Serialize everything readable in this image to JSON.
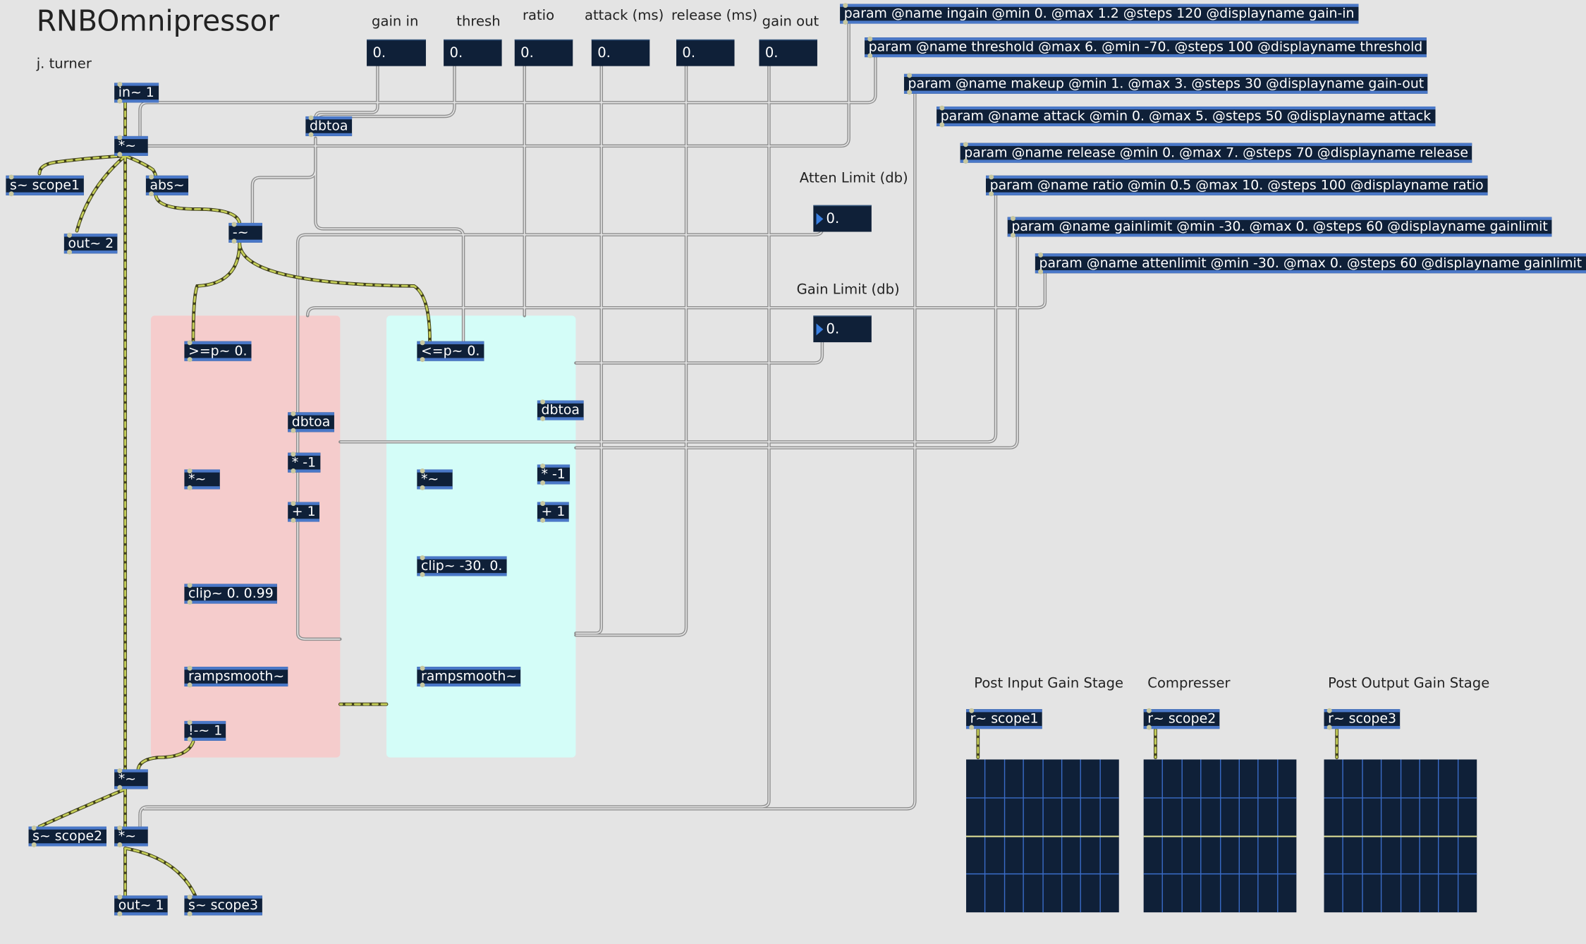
{
  "patch": {
    "title": "RNBOmnipressor",
    "author": "j. turner"
  },
  "ui_labels": {
    "gain_in": "gain in",
    "thresh": "thresh",
    "ratio": "ratio",
    "attack": "attack (ms)",
    "release": "release (ms)",
    "gain_out": "gain out",
    "atten_limit": "Atten Limit (db)",
    "gain_limit": "Gain Limit (db)",
    "scope_pre": "Post Input Gain Stage",
    "scope_comp": "Compresser",
    "scope_post": "Post Output Gain Stage"
  },
  "number_boxes": {
    "gain_in": "0.",
    "thresh": "0.",
    "ratio": "0.",
    "attack": "0.",
    "release": "0.",
    "gain_out": "0.",
    "atten_limit": "0.",
    "gain_limit": "0."
  },
  "params": {
    "ingain": "param @name ingain @min 0. @max 1.2 @steps 120 @displayname gain-in",
    "threshold": "param @name threshold @max 6. @min -70. @steps 100 @displayname threshold",
    "makeup": "param @name makeup @min 1. @max 3. @steps 30 @displayname gain-out",
    "attack": "param @name attack @min 0. @max 5. @steps 50 @displayname attack",
    "release": "param @name release @min 0. @max 7. @steps 70 @displayname release",
    "ratio": "param @name ratio @min 0.5 @max 10. @steps 100 @displayname ratio",
    "gainlimit": "param @name gainlimit @min -30. @max 0. @steps 60 @displayname gainlimit",
    "attenlimit": "param @name attenlimit @min -30. @max 0. @steps 60 @displayname gainlimit"
  },
  "objects": {
    "in1": "in~ 1",
    "mul_in": "*~",
    "dbtoa_top": "dbtoa",
    "s_scope1": "s~ scope1",
    "abs": "abs~",
    "out2": "out~ 2",
    "minus": "-~",
    "ge": ">=p~ 0.",
    "dbtoa_left": "dbtoa",
    "mul_left": "*~",
    "neg_left": "* -1",
    "plus_left": "+ 1",
    "clip_left": "clip~ 0. 0.99",
    "ramp_left": "rampsmooth~",
    "not_left": "!-~ 1",
    "le": "<=p~ 0.",
    "dbtoa_right": "dbtoa",
    "mul_right": "*~",
    "neg_right": "* -1",
    "plus_right": "+ 1",
    "clip_right": "clip~ -30. 0.",
    "ramp_right": "rampsmooth~",
    "mul_comp": "*~",
    "s_scope2": "s~ scope2",
    "mul_out": "*~",
    "out1": "out~ 1",
    "s_scope3": "s~ scope3",
    "r_scope1": "r~ scope1",
    "r_scope2": "r~ scope2",
    "r_scope3": "r~ scope3"
  },
  "colors": {
    "background": "#e4e4e4",
    "object_fill": "#0f2038",
    "object_border": "#4a78c8",
    "signal_cord": "#c6cf5a",
    "control_cord": "#9a9a9a",
    "panel_left": "#f5cccc",
    "panel_right": "#d4fdf8",
    "scope_trace": "#e6e69a",
    "scope_grid": "#3a6cc8"
  }
}
